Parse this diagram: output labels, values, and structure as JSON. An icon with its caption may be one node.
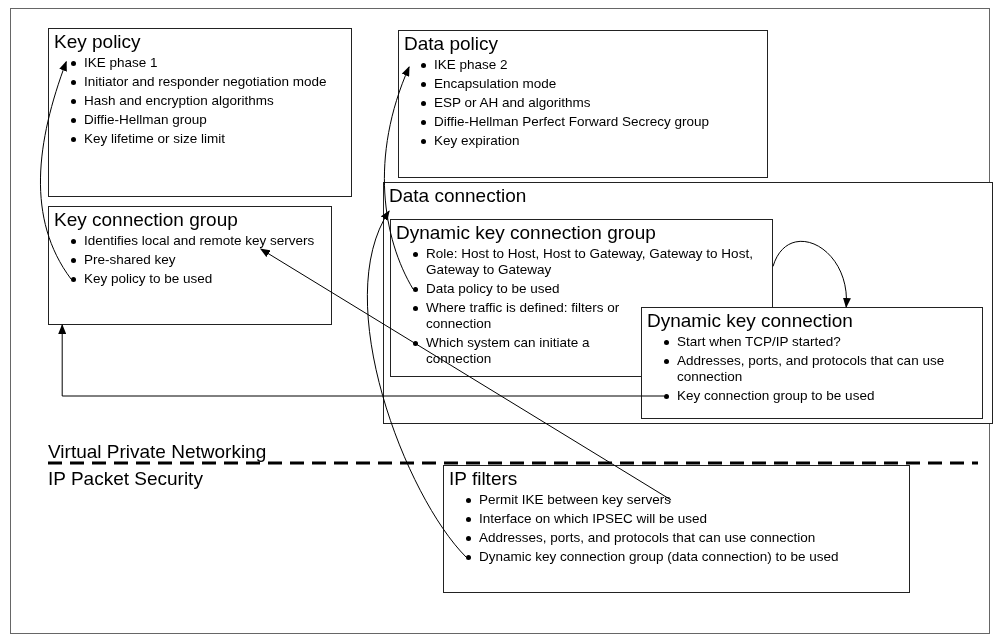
{
  "diagram": {
    "nodes": [
      {
        "text": [
          "Key policy",
          "IKE phase 1",
          "Initiator and responder negotiation mode",
          "Hash and encryption algorithms",
          "Diffie-Hellman group",
          "Key lifetime or size limit"
        ]
      },
      {
        "text": [
          "Data policy",
          "IKE phase 2",
          "Encapsulation mode",
          "ESP or AH and algorithms",
          "Diffie-Hellman Perfect Forward Secrecy group",
          "Key expiration"
        ]
      },
      {
        "text": [
          "Key connection group",
          "Pre-shared key"
        ]
      },
      {
        "text": [
          "Identifies local and remote key servers"
        ],
        "in": 2
      },
      {
        "text": [
          "Key policy to be used"
        ],
        "in": 2
      },
      {
        "text": [
          "Data connection"
        ]
      },
      {
        "text": [
          "Dynamic key connection group",
          "Role: Host to Host, Host  to Gateway, Gateway to Host, Gateway to Gateway",
          "Where traffic is defined: filters or connection",
          "Which system can initiate a connection"
        ],
        "in": 5
      },
      {
        "text": [
          "Data policy to be used"
        ],
        "in": 6
      },
      {
        "text": [
          "Dynamic key connection",
          "Start when TCP/IP started?",
          "Addresses, ports, and protocols that can use connection"
        ],
        "in": 5
      },
      {
        "text": [
          "Key connection group to be used"
        ],
        "in": 8
      },
      {
        "text": [
          "IP filters",
          "Interface on which IPSEC will be used",
          "Addresses, ports, and protocols that can use connection"
        ]
      },
      {
        "text": [
          "Permit IKE between key servers"
        ],
        "in": 10
      },
      {
        "text": [
          "Dynamic key connection group (data connection) to be used"
        ],
        "in": 10
      }
    ],
    "edges": [
      {
        "from": 4,
        "to": 0,
        "arrow": "to"
      },
      {
        "from": 7,
        "to": 1,
        "arrow": "to"
      },
      {
        "from": 9,
        "to": 2,
        "arrow": "to"
      },
      {
        "from": 12,
        "to": 5,
        "arrow": "to"
      },
      {
        "from": 11,
        "to": 3,
        "arrow": "to"
      },
      {
        "from": 6,
        "to": 8,
        "arrow": "to"
      }
    ],
    "labels": [
      "Virtual Private Networking",
      "IP Packet Security"
    ]
  }
}
